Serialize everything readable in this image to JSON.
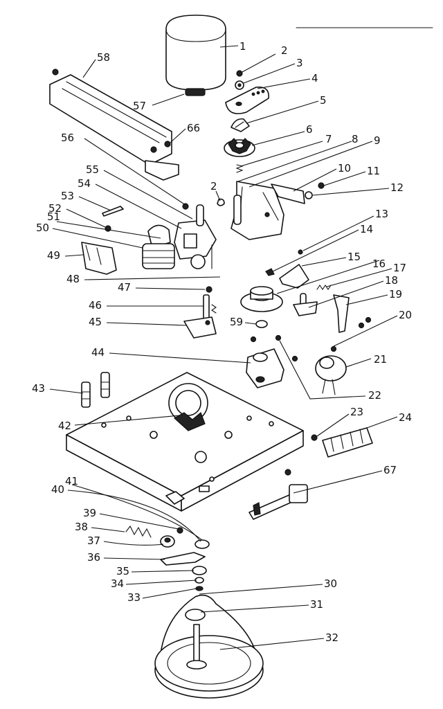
{
  "colors": {
    "ink": "#111111",
    "paper": "#ffffff"
  },
  "callouts": [
    {
      "id": "c1",
      "text": "1"
    },
    {
      "id": "c2a",
      "text": "2"
    },
    {
      "id": "c3",
      "text": "3"
    },
    {
      "id": "c4",
      "text": "4"
    },
    {
      "id": "c5",
      "text": "5"
    },
    {
      "id": "c6",
      "text": "6"
    },
    {
      "id": "c7",
      "text": "7"
    },
    {
      "id": "c8",
      "text": "8"
    },
    {
      "id": "c9",
      "text": "9"
    },
    {
      "id": "c10",
      "text": "10"
    },
    {
      "id": "c11",
      "text": "11"
    },
    {
      "id": "c12",
      "text": "12"
    },
    {
      "id": "c2b",
      "text": "2"
    },
    {
      "id": "c13",
      "text": "13"
    },
    {
      "id": "c14",
      "text": "14"
    },
    {
      "id": "c15",
      "text": "15"
    },
    {
      "id": "c16",
      "text": "16"
    },
    {
      "id": "c17",
      "text": "17"
    },
    {
      "id": "c18",
      "text": "18"
    },
    {
      "id": "c19",
      "text": "19"
    },
    {
      "id": "c20",
      "text": "20"
    },
    {
      "id": "c21",
      "text": "21"
    },
    {
      "id": "c22",
      "text": "22"
    },
    {
      "id": "c23",
      "text": "23"
    },
    {
      "id": "c24",
      "text": "24"
    },
    {
      "id": "c67",
      "text": "67"
    },
    {
      "id": "c30",
      "text": "30"
    },
    {
      "id": "c31",
      "text": "31"
    },
    {
      "id": "c32",
      "text": "32"
    },
    {
      "id": "c33",
      "text": "33"
    },
    {
      "id": "c34",
      "text": "34"
    },
    {
      "id": "c35",
      "text": "35"
    },
    {
      "id": "c36",
      "text": "36"
    },
    {
      "id": "c37",
      "text": "37"
    },
    {
      "id": "c38",
      "text": "38"
    },
    {
      "id": "c39",
      "text": "39"
    },
    {
      "id": "c40",
      "text": "40"
    },
    {
      "id": "c41",
      "text": "41"
    },
    {
      "id": "c42",
      "text": "42"
    },
    {
      "id": "c43",
      "text": "43"
    },
    {
      "id": "c44",
      "text": "44"
    },
    {
      "id": "c45",
      "text": "45"
    },
    {
      "id": "c46",
      "text": "46"
    },
    {
      "id": "c47",
      "text": "47"
    },
    {
      "id": "c48",
      "text": "48"
    },
    {
      "id": "c59",
      "text": "59"
    },
    {
      "id": "c49",
      "text": "49"
    },
    {
      "id": "c50",
      "text": "50"
    },
    {
      "id": "c51",
      "text": "51"
    },
    {
      "id": "c52",
      "text": "52"
    },
    {
      "id": "c53",
      "text": "53"
    },
    {
      "id": "c54",
      "text": "54"
    },
    {
      "id": "c55",
      "text": "55"
    },
    {
      "id": "c56",
      "text": "56"
    },
    {
      "id": "c57",
      "text": "57"
    },
    {
      "id": "c58",
      "text": "58"
    },
    {
      "id": "c66",
      "text": "66"
    }
  ]
}
